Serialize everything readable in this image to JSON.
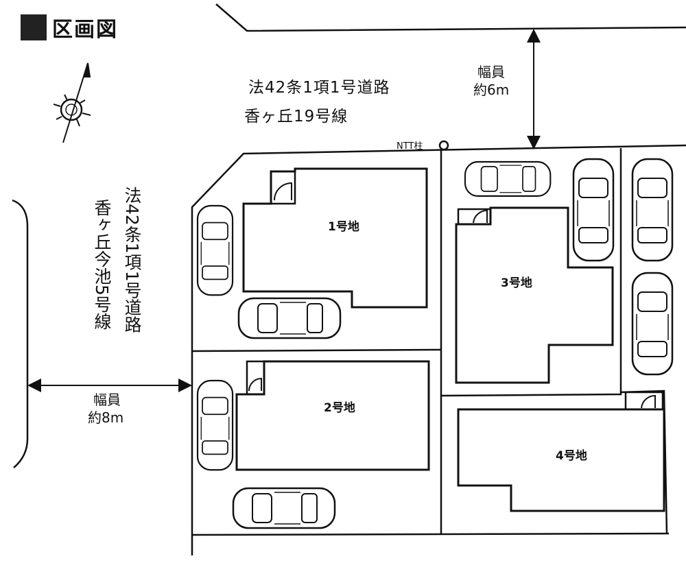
{
  "title": "区画図",
  "compass": {
    "icon": "compass-north-icon"
  },
  "north_road": {
    "line1": "法42条1項1号道路",
    "line2": "香ヶ丘19号線",
    "width_label": "幅員",
    "width_value": "約6m"
  },
  "west_road": {
    "line1": "法42条1項1号道路",
    "line2": "香ヶ丘今池5号線",
    "width_label": "幅員",
    "width_value": "約8m"
  },
  "ntt_pole": "NTT柱",
  "lots": [
    {
      "label": "1号地"
    },
    {
      "label": "2号地"
    },
    {
      "label": "3号地"
    },
    {
      "label": "4号地"
    }
  ]
}
